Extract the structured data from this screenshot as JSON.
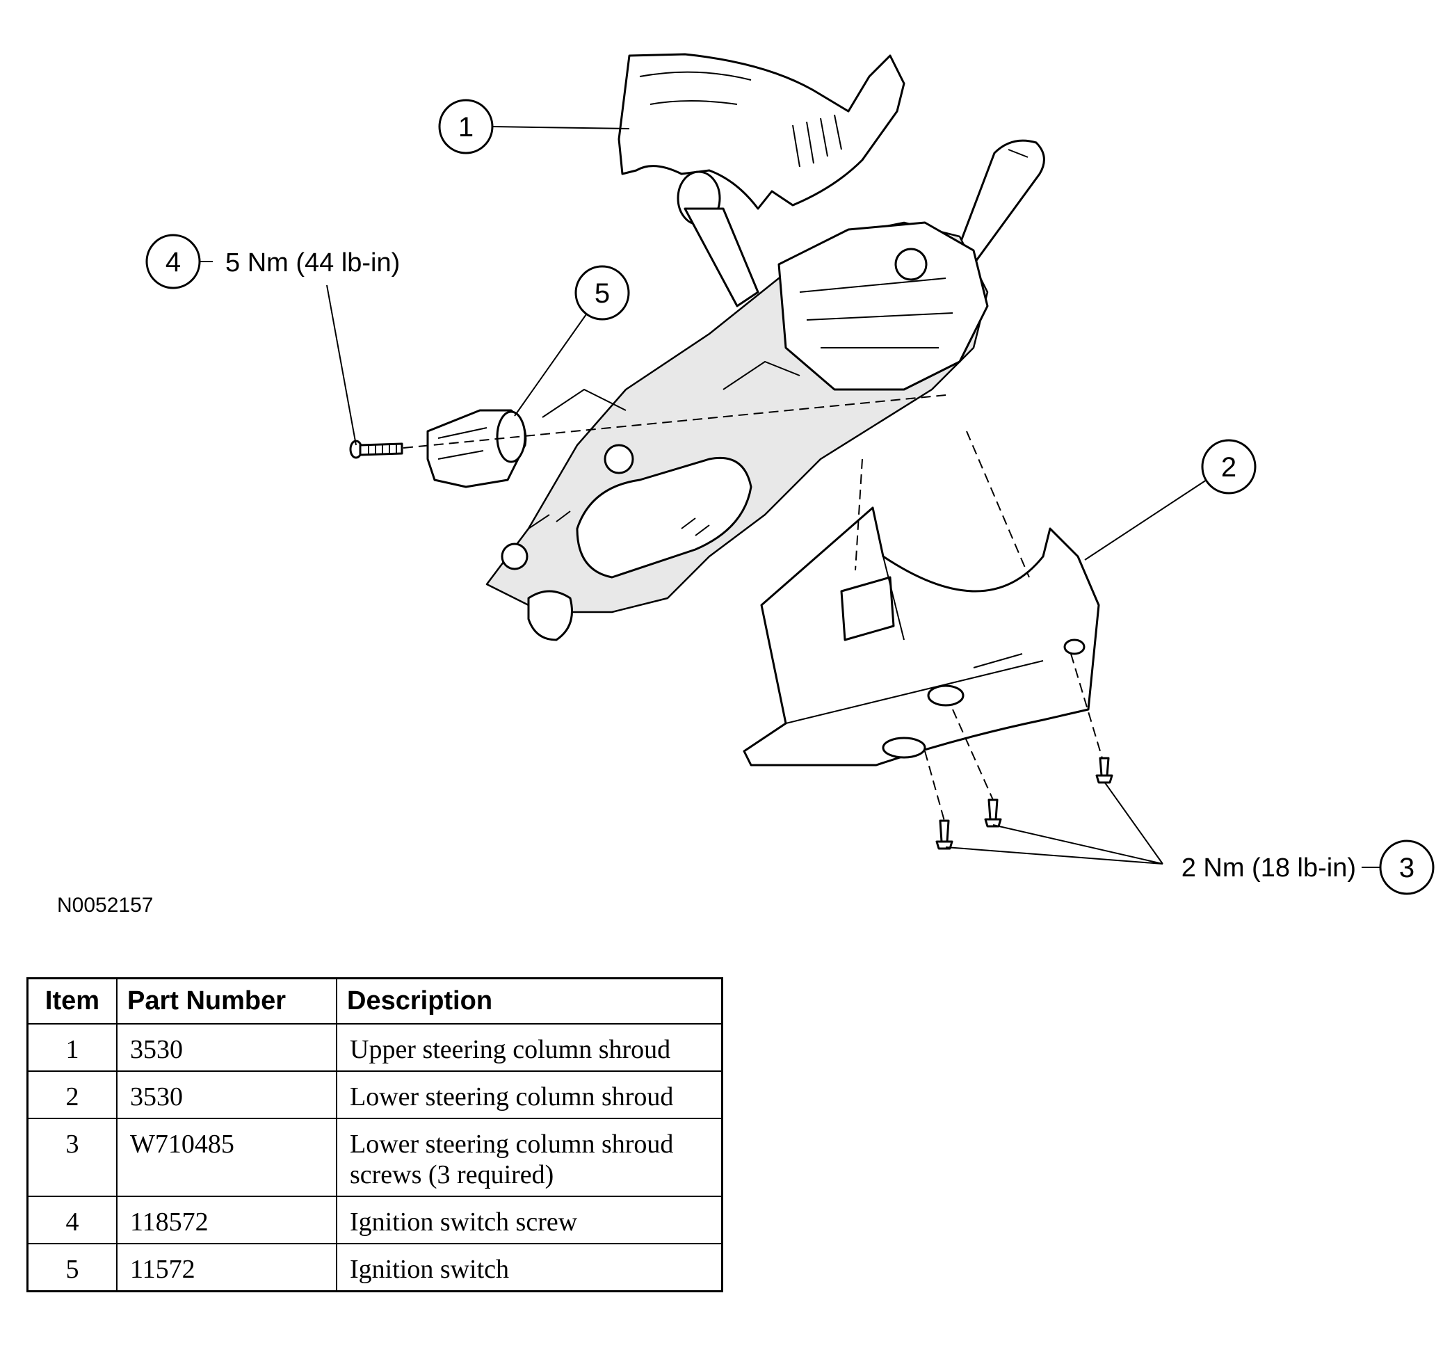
{
  "figure": {
    "reference_code": "N0052157",
    "callouts": [
      {
        "number": "1"
      },
      {
        "number": "2"
      },
      {
        "number": "3",
        "torque": "2 Nm (18 lb-in)"
      },
      {
        "number": "4",
        "torque": "5 Nm (44 lb-in)"
      },
      {
        "number": "5"
      }
    ]
  },
  "table": {
    "headers": {
      "item": "Item",
      "part_number": "Part Number",
      "description": "Description"
    },
    "rows": [
      {
        "item": "1",
        "part_number": "3530",
        "description": "Upper steering column shroud"
      },
      {
        "item": "2",
        "part_number": "3530",
        "description": "Lower steering column shroud"
      },
      {
        "item": "3",
        "part_number": "W710485",
        "description": "Lower steering column shroud screws (3 required)"
      },
      {
        "item": "4",
        "part_number": "118572",
        "description": "Ignition switch screw"
      },
      {
        "item": "5",
        "part_number": "11572",
        "description": "Ignition switch"
      }
    ]
  }
}
